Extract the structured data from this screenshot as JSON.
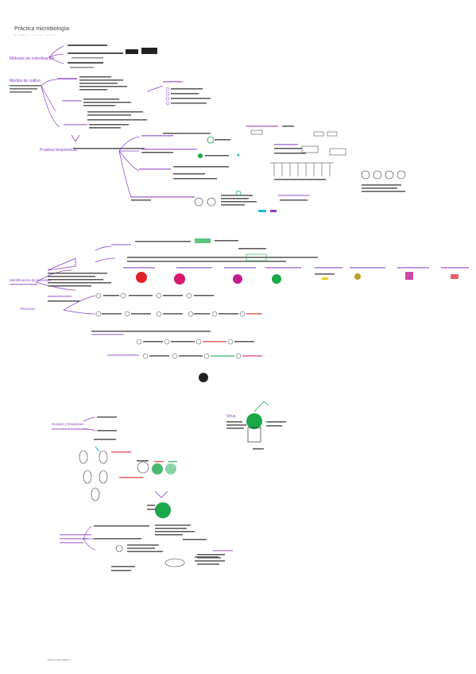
{
  "header": {
    "title": "Práctica microbiología",
    "subtitle": "A. Gómez · 2º curso · tema 1"
  },
  "headings": {
    "s1": "Métodos de esterilización",
    "s2": "Medios de cultivo",
    "s3": "Pruebas bioquímicas",
    "s4": "Identificación de bacterias",
    "s5": "Tinciones",
    "s6": "Virus",
    "s7": "Hongos y levaduras"
  },
  "colors": {
    "heading": "#8a3ec8",
    "ink": "#333333",
    "red": "#e0202a",
    "magenta": "#d6196b",
    "pink": "#c21d8e",
    "green": "#1aa84a",
    "yellow": "#e8d21c",
    "cyan": "#26b8d8",
    "dark": "#222222"
  },
  "footer": {
    "note": "Final: revisar página 7"
  }
}
